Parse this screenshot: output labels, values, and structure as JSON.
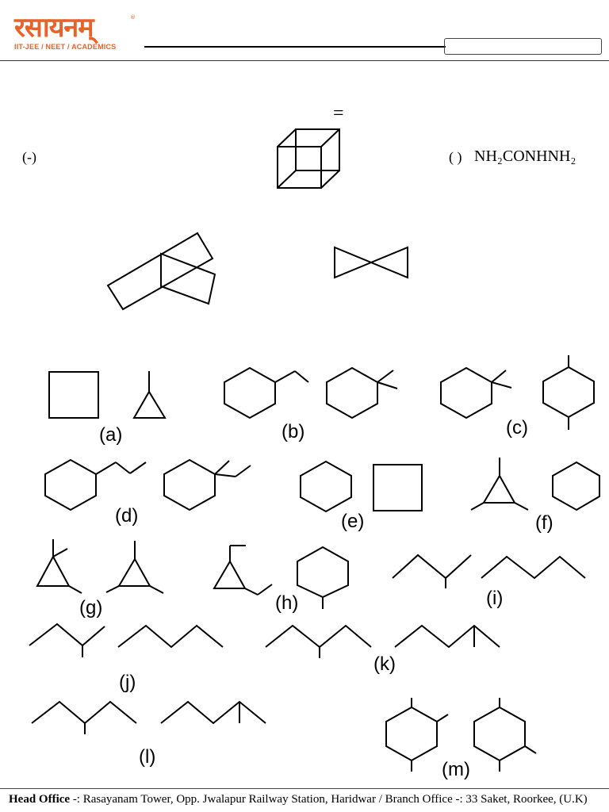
{
  "header": {
    "logo_text": "रसायनम्",
    "logo_tagline": "IIT-JEE / NEET / ACADEMICS",
    "logo_mark": "®"
  },
  "fragments": {
    "equals": "=",
    "left_paren": "(-)",
    "right_paren": "( )",
    "formula": "NH₂CONHNH₂"
  },
  "option_labels": [
    "(a)",
    "(b)",
    "(c)",
    "(d)",
    "(e)",
    "(f)",
    "(g)",
    "(h)",
    "(i)",
    "(j)",
    "(k)",
    "(l)",
    "(m)"
  ],
  "footer": {
    "head_label": "Head Office",
    "text": " -: Rasayanam Tower, Opp. Jwalapur Railway Station, Haridwar / Branch Office -: 33 Saket, Roorkee, (U.K)"
  }
}
